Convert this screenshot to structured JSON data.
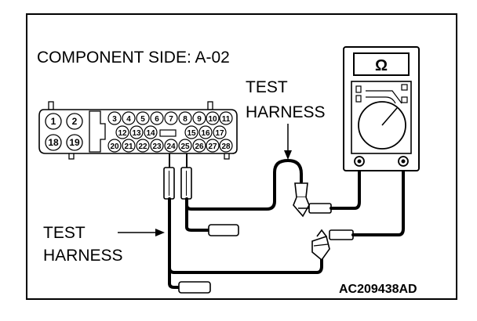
{
  "title": "COMPONENT SIDE: A-02",
  "test_harness_top": [
    "TEST",
    "HARNESS"
  ],
  "test_harness_left": [
    "TEST",
    "HARNESS"
  ],
  "figure_code": "AC209438AD",
  "meter_symbol": "Ω",
  "connector_pins": {
    "large": [
      "1",
      "2",
      "18",
      "19"
    ],
    "row1": [
      "3",
      "4",
      "5",
      "6",
      "7",
      "8",
      "9",
      "10",
      "11"
    ],
    "row2": [
      "12",
      "13",
      "14",
      "15",
      "16",
      "17"
    ],
    "row3": [
      "20",
      "21",
      "22",
      "23",
      "24",
      "25",
      "26",
      "27",
      "28"
    ]
  }
}
